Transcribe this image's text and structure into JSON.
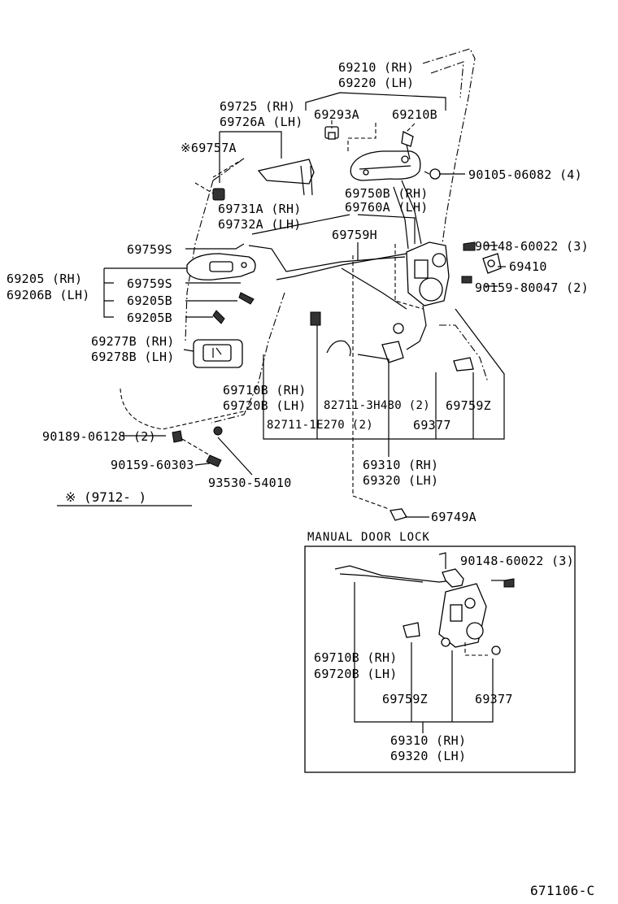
{
  "labels": {
    "l69210": "69210 (RH)",
    "l69220": "69220 (LH)",
    "l69725": "69725  (RH)",
    "l69726a": "69726A (LH)",
    "l69293a": "69293A",
    "l69210b": "69210B",
    "l69757a": "※69757A",
    "l90105": "90105-06082 (4)",
    "l69750b": "69750B (RH)",
    "l69760a": "69760A (LH)",
    "l69731a": "69731A (RH)",
    "l69732a": "69732A (LH)",
    "l69759h": "69759H",
    "l69759s_1": "69759S",
    "l90148_top": "90148-60022 (3)",
    "l69410": "69410",
    "l90159_80047": "90159-80047 (2)",
    "l69205": "69205  (RH)",
    "l69206b": "69206B (LH)",
    "l69759s_2": "69759S",
    "l69205b_1": "69205B",
    "l69205b_2": "69205B",
    "l69277b": "69277B (RH)",
    "l69278b": "69278B (LH)",
    "l69710b_top": "69710B (RH)",
    "l69720b_top": "69720B (LH)",
    "l82711_3h480": "82711-3H480 (2)",
    "l69759z_top": "69759Z",
    "l82711_1e270": "82711-1E270 (2)",
    "l69377_top": "69377",
    "l90189": "90189-06128 (2)",
    "l69310_top": "69310 (RH)",
    "l69320_top": "69320 (LH)",
    "l90159_60303": "90159-60303",
    "l93530": "93530-54010",
    "l69749a": "69749A",
    "note_serial": "※ (9712-      )",
    "inset_title": "MANUAL DOOR LOCK",
    "l90148_inset": "90148-60022 (3)",
    "l69710b_inset": "69710B (RH)",
    "l69720b_inset": "69720B (LH)",
    "l69759z_inset": "69759Z",
    "l69377_inset": "69377",
    "l69310_inset": "69310 (RH)",
    "l69320_inset": "69320 (LH)",
    "drawing_code": "671106-C"
  }
}
